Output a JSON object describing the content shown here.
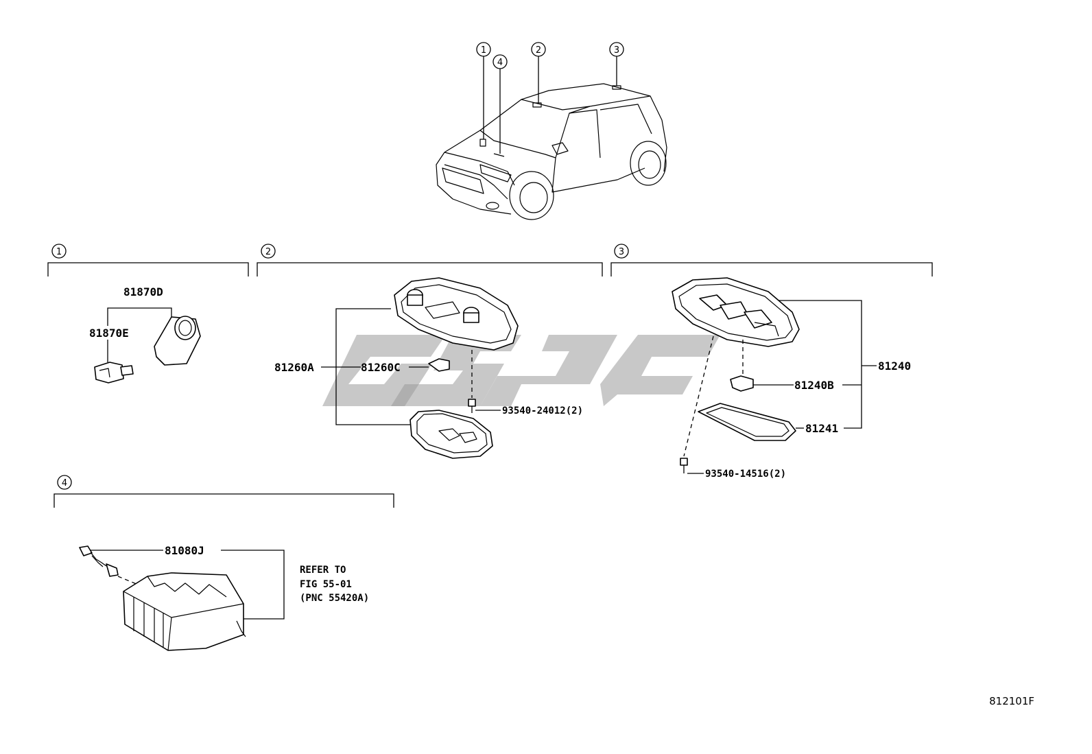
{
  "callouts": {
    "c1": "1",
    "c2": "2",
    "c3": "3",
    "c4": "4"
  },
  "group1": {
    "p81870d": "81870D",
    "p81870e": "81870E"
  },
  "group2": {
    "p81260a": "81260A",
    "p81260c": "81260C",
    "screw": "93540-24012(2)"
  },
  "group3": {
    "p81240": "81240",
    "p81240b": "81240B",
    "p81241": "81241",
    "screw": "93540-14516(2)"
  },
  "group4": {
    "p81080j": "81080J",
    "refer_line1": "REFER TO",
    "refer_line2": "FIG 55-01",
    "refer_line3": "(PNC 55420A)"
  },
  "figure_code": "812101F",
  "colors": {
    "line": "#000000",
    "watermark": "#9a9a9a"
  }
}
